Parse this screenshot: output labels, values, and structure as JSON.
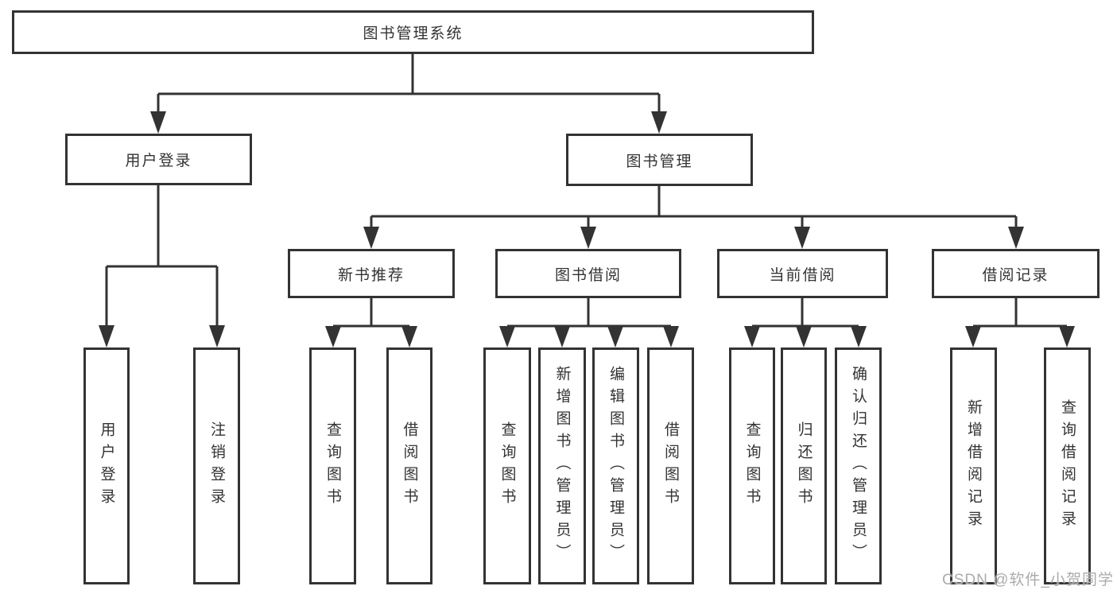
{
  "diagram": {
    "root": {
      "label": "图书管理系统"
    },
    "branches": [
      {
        "label": "用户登录",
        "children": [
          {
            "label": "用户登录"
          },
          {
            "label": "注销登录"
          }
        ]
      },
      {
        "label": "图书管理",
        "children": [
          {
            "label": "新书推荐",
            "children": [
              {
                "label": "查询图书"
              },
              {
                "label": "借阅图书"
              }
            ]
          },
          {
            "label": "图书借阅",
            "children": [
              {
                "label": "查询图书"
              },
              {
                "label": "新增图书（管理员）"
              },
              {
                "label": "编辑图书（管理员）"
              },
              {
                "label": "借阅图书"
              }
            ]
          },
          {
            "label": "当前借阅",
            "children": [
              {
                "label": "查询图书"
              },
              {
                "label": "归还图书"
              },
              {
                "label": "确认归还（管理员）"
              }
            ]
          },
          {
            "label": "借阅记录",
            "children": [
              {
                "label": "新增借阅记录"
              },
              {
                "label": "查询借阅记录"
              }
            ]
          }
        ]
      }
    ]
  },
  "colors": {
    "line": "#333333",
    "text": "#333333",
    "watermark": "#ababab"
  },
  "watermark": "CSDN @软件_小贺同学"
}
